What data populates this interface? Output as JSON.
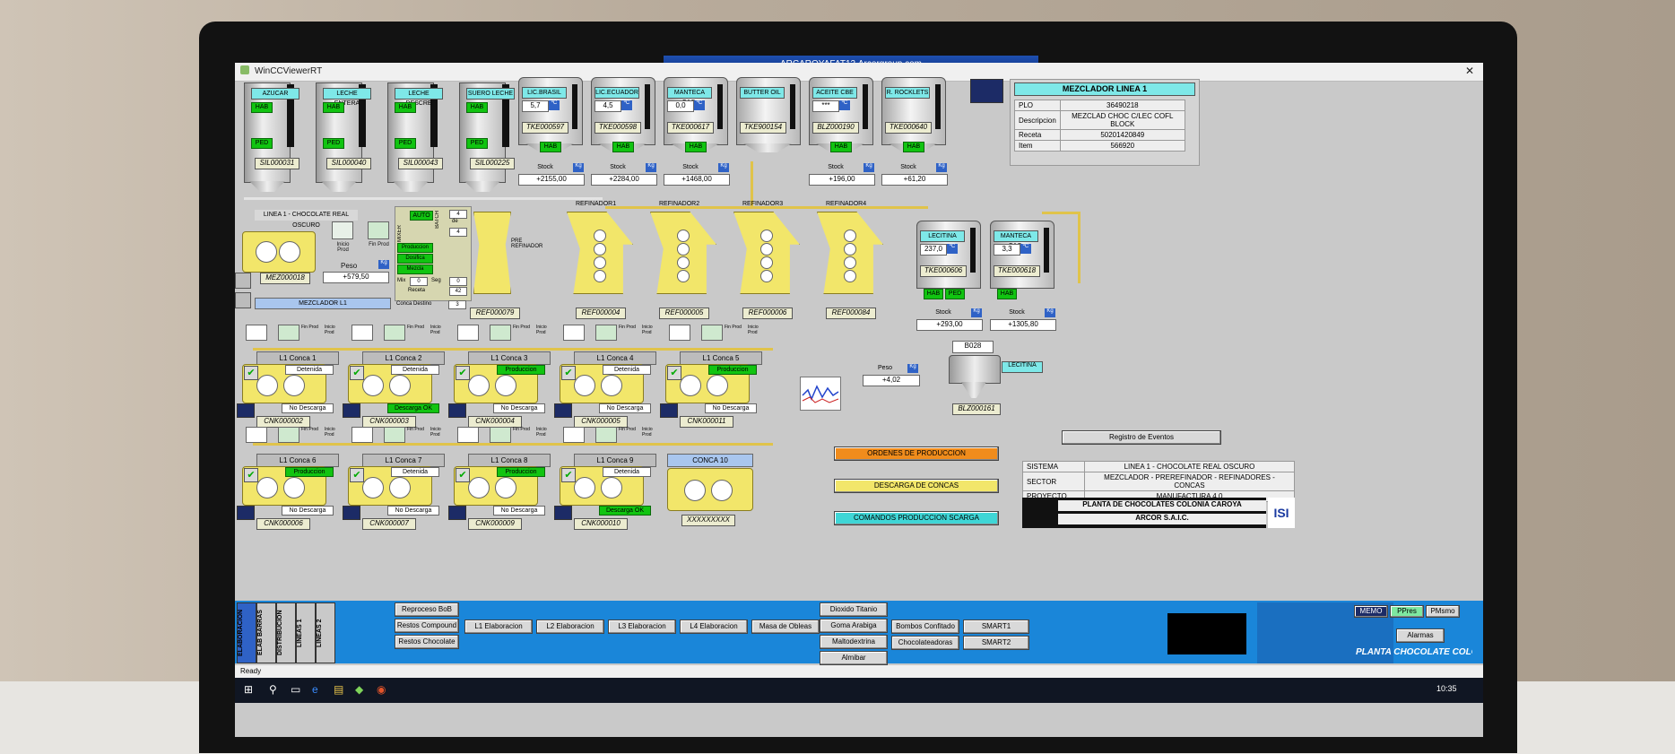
{
  "window": {
    "title": "WinCCViewerRT",
    "rdp_host": "ARCAROYAFAT12.Arcorgroup.com",
    "status": "Ready",
    "clock": "10:35"
  },
  "silos": [
    {
      "name": "AZUCAR",
      "hab": "HAB",
      "ped": "PED",
      "id": "SIL000031"
    },
    {
      "name": "LECHE ENTERA",
      "hab": "HAB",
      "ped": "PED",
      "id": "SIL000040"
    },
    {
      "name": "LECHE DESCRE",
      "hab": "HAB",
      "ped": "PED",
      "id": "SIL000043"
    },
    {
      "name": "SUERO LECHE",
      "hab": "HAB",
      "ped": "PED",
      "id": "SIL000225"
    }
  ],
  "tanks": [
    {
      "name": "LIC.BRASIL",
      "val": "5,7",
      "unit": "ºC",
      "id": "TKE000597",
      "hab": "HAB",
      "stock_label": "Stock",
      "stock_unit": "Kg",
      "stock": "+2155,00"
    },
    {
      "name": "LIC.ECUADOR",
      "val": "4,5",
      "unit": "ºC",
      "id": "TKE000598",
      "hab": "HAB",
      "stock_label": "Stock",
      "stock_unit": "Kg",
      "stock": "+2284,00"
    },
    {
      "name": "MANTECA CAC.",
      "val": "0,0",
      "unit": "ºC",
      "id": "TKE000617",
      "hab": "HAB",
      "stock_label": "Stock",
      "stock_unit": "Kg",
      "stock": "+1468,00"
    },
    {
      "name": "BUTTER OIL",
      "val": "",
      "unit": "",
      "id": "TKE900154",
      "hab": "",
      "stock_label": "",
      "stock_unit": "",
      "stock": ""
    },
    {
      "name": "ACEITE CBE",
      "val": "***",
      "unit": "ºC",
      "id": "BLZ000190",
      "hab": "HAB",
      "stock_label": "Stock",
      "stock_unit": "Kg",
      "stock": "+196,00"
    },
    {
      "name": "R. ROCKLETS",
      "val": "",
      "unit": "",
      "id": "TKE000640",
      "hab": "HAB",
      "stock_label": "Stock",
      "stock_unit": "Kg",
      "stock": "+61,20"
    }
  ],
  "mixer_info": {
    "title": "MEZCLADOR LINEA 1",
    "rows": [
      {
        "k": "PLO",
        "v": "36490218"
      },
      {
        "k": "Descripcion",
        "v": "MEZCLAD CHOC C/LEC COFL BLOCK"
      },
      {
        "k": "Receta",
        "v": "50201420849"
      },
      {
        "k": "Item",
        "v": "566920"
      }
    ]
  },
  "line": {
    "title": "LINEA 1 - CHOCOLATE REAL OSCURO",
    "mixer_id": "MEZ000018",
    "mixer_name": "MEZCLADOR L1",
    "inicio": "Inicio Prod",
    "fin": "Fin Prod",
    "peso_label": "Peso",
    "peso_unit": "Kg",
    "peso": "+579,50"
  },
  "batch": {
    "auto": "AUTO",
    "mixer": "MIXER",
    "batch": "BATCH",
    "n1": "4",
    "de": "de",
    "n2": "4",
    "states": [
      "Produccion",
      "Dosifica",
      "Mezcla"
    ],
    "mix": "Mix",
    "mix_v": "0",
    "seg": "Seg",
    "seg_v": "0",
    "receta": "Receta",
    "receta_v": "42",
    "conca_dest": "Conca Destino",
    "conca_dest_v": "3"
  },
  "prerefiner": {
    "label": "PRE REFINADOR",
    "id": "REF000079"
  },
  "refiners": [
    {
      "name": "REFINADOR1",
      "id": "REF000004"
    },
    {
      "name": "REFINADOR2",
      "id": "REF000005"
    },
    {
      "name": "REFINADOR3",
      "id": "REF000006"
    },
    {
      "name": "REFINADOR4",
      "id": "REF000084"
    }
  ],
  "right_tanks": [
    {
      "name": "LECITINA",
      "val": "237,0",
      "unit": "ºC",
      "id": "TKE000606",
      "hab": "HAB",
      "ped": "PED",
      "stock_label": "Stock",
      "stock_unit": "Kg",
      "stock": "+293,00"
    },
    {
      "name": "MANTECA CAC.",
      "val": "3,3",
      "unit": "ºC",
      "id": "TKE000618",
      "hab": "HAB",
      "ped": "",
      "stock_label": "Stock",
      "stock_unit": "Kg",
      "stock": "+1305,80"
    }
  ],
  "scale": {
    "name": "B028",
    "label": "LECITINA",
    "peso_label": "Peso",
    "peso_unit": "Kg",
    "peso": "+4,02",
    "id": "BLZ000161"
  },
  "concas_row1": [
    {
      "title": "L1 Conca 1",
      "state": "Detenida",
      "descarga": "No Descarga",
      "id": "CNK000002",
      "prod": false,
      "dok": false
    },
    {
      "title": "L1 Conca 2",
      "state": "Detenida",
      "descarga": "Descarga OK",
      "id": "CNK000003",
      "prod": false,
      "dok": true
    },
    {
      "title": "L1 Conca 3",
      "state": "Produccion",
      "descarga": "No Descarga",
      "id": "CNK000004",
      "prod": true,
      "dok": false
    },
    {
      "title": "L1 Conca 4",
      "state": "Detenida",
      "descarga": "No Descarga",
      "id": "CNK000005",
      "prod": false,
      "dok": false
    },
    {
      "title": "L1 Conca 5",
      "state": "Produccion",
      "descarga": "No Descarga",
      "id": "CNK000011",
      "prod": true,
      "dok": false
    }
  ],
  "concas_row2": [
    {
      "title": "L1 Conca 6",
      "state": "Produccion",
      "descarga": "No Descarga",
      "id": "CNK000006",
      "prod": true,
      "dok": false
    },
    {
      "title": "L1 Conca 7",
      "state": "Detenida",
      "descarga": "No Descarga",
      "id": "CNK000007",
      "prod": false,
      "dok": false
    },
    {
      "title": "L1 Conca 8",
      "state": "Produccion",
      "descarga": "No Descarga",
      "id": "CNK000009",
      "prod": true,
      "dok": false
    },
    {
      "title": "L1 Conca 9",
      "state": "Detenida",
      "descarga": "Descarga OK",
      "id": "CNK000010",
      "prod": false,
      "dok": true
    }
  ],
  "conca10": {
    "title": "CONCA 10",
    "id": "XXXXXXXXX"
  },
  "prod_labels": {
    "inicio": "Inicio Prod",
    "fin": "Fin Prod"
  },
  "actions": {
    "ordenes": "ORDENES DE PRODUCCION",
    "descarga": "DESCARGA DE CONCAS",
    "comandos": "COMANDOS PRODUCCION SCARGA",
    "registro": "Registro de Eventos"
  },
  "footer_info": {
    "rows": [
      {
        "k": "SISTEMA",
        "v": "LINEA 1 - CHOCOLATE REAL OSCURO"
      },
      {
        "k": "SECTOR",
        "v": "MEZCLADOR - PREREFINADOR - REFINADORES - CONCAS"
      },
      {
        "k": "PROYECTO",
        "v": "MANUFACTURA 4.0"
      }
    ],
    "plant": "PLANTA DE CHOCOLATES COLONIA CAROYA",
    "company": "ARCOR S.A.I.C.",
    "logo": "ISI"
  },
  "bottom_tabs": [
    "ELABORACION",
    "ELAB BARRAS",
    "DISTRIBUCION",
    "LINEAS 1",
    "LINEAS 2"
  ],
  "bottom_buttons": {
    "col1": [
      "Reproceso BoB",
      "Restos Compound",
      "Restos Chocolate"
    ],
    "elab": [
      "L1 Elaboracion",
      "L2 Elaboracion",
      "L3 Elaboracion",
      "L4 Elaboracion",
      "Masa de Obleas"
    ],
    "col2": [
      "Dioxido Titanio",
      "Goma Arabiga",
      "Maltodextrina",
      "Almibar"
    ],
    "col3": [
      "Bombos Confitado",
      "Chocolateadoras"
    ],
    "col4": [
      "SMART1",
      "SMART2"
    ],
    "mem": [
      "MEMO",
      "PPres",
      "PMsmo"
    ],
    "alarmas": "Alarmas",
    "banner": "PLANTA CHOCOLATE COLONIA CAROYA"
  },
  "colors": {
    "hmi_bg": "#c9c9c9",
    "accent_yellow": "#f2e66a",
    "accent_green": "#11c411",
    "accent_cyan": "#7ee8e8",
    "accent_blue": "#1a86d9",
    "orange": "#f08c1c"
  }
}
